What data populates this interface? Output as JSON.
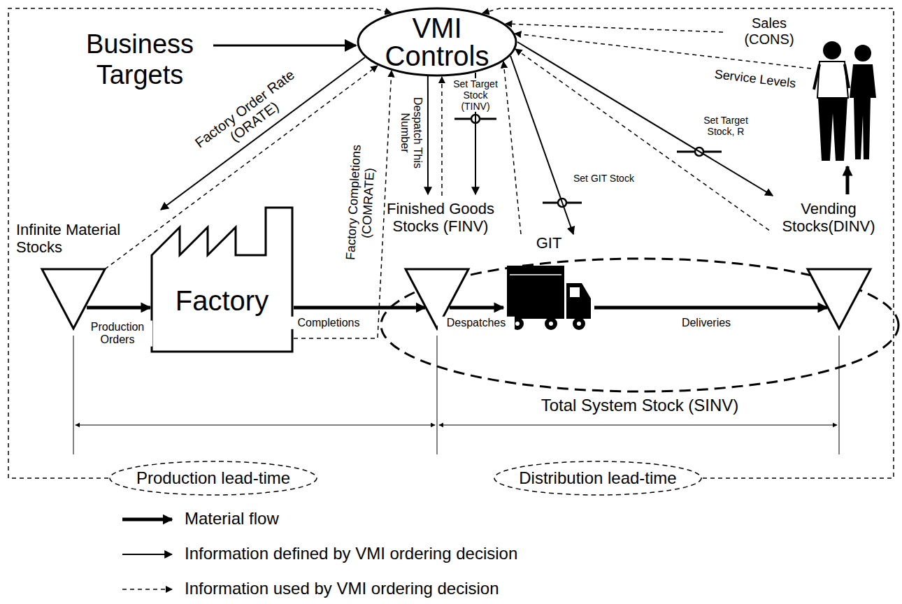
{
  "diagram": {
    "nodes": [
      {
        "text": [
          "VMI Controls"
        ]
      },
      {
        "text": [
          "Infinite Material Stocks"
        ]
      },
      {
        "text": [
          "Factory"
        ]
      },
      {
        "text": [
          "Finished Goods Stocks (FINV)"
        ]
      },
      {
        "text": [
          "GIT"
        ]
      },
      {
        "text": [
          "Vending Stocks(DINV)"
        ]
      },
      {
        "text": [
          "Production lead-time"
        ]
      },
      {
        "text": [
          "Distribution lead-time"
        ]
      }
    ],
    "edges": [
      {
        "from": 1,
        "to": 2,
        "arrow": "to",
        "label": "Production Orders"
      },
      {
        "from": 2,
        "to": 3,
        "arrow": "to",
        "label": "Completions"
      },
      {
        "from": 3,
        "to": 4,
        "arrow": "to",
        "label": "Despatches"
      },
      {
        "from": 4,
        "to": 5,
        "arrow": "to",
        "label": "Deliveries"
      },
      {
        "from": 0,
        "to": 2,
        "arrow": "to",
        "label": "Factory Order Rate (ORATE)"
      },
      {
        "from": 2,
        "to": 0,
        "arrow": "to",
        "label": "Factory Completions (COMRATE)"
      },
      {
        "from": 0,
        "to": 3,
        "arrow": "to",
        "label": "Despatch This Number"
      },
      {
        "from": 0,
        "to": 3,
        "arrow": "to",
        "label": "Set Target Stock (TINV)"
      },
      {
        "from": 0,
        "to": 4,
        "arrow": "to",
        "label": "Set GIT Stock"
      },
      {
        "from": 0,
        "to": 5,
        "arrow": "to",
        "label": "Set Target Stock, R"
      },
      {
        "from": 1,
        "to": 0,
        "arrow": "to"
      },
      {
        "from": 3,
        "to": 0,
        "arrow": "to"
      },
      {
        "from": 4,
        "to": 0,
        "arrow": "to"
      },
      {
        "from": 5,
        "to": 0,
        "arrow": "to"
      },
      {
        "from": 6,
        "to": 0,
        "arrow": "to"
      },
      {
        "from": 7,
        "to": 0,
        "arrow": "to"
      }
    ],
    "labels": [
      "Business Targets",
      "Sales (CONS)",
      "Service Levels",
      "Total System Stock (SINV)"
    ],
    "legend": [
      {
        "text": "Material flow"
      },
      {
        "text": "Information defined by VMI ordering decision"
      },
      {
        "text": "Information used by VMI ordering decision"
      }
    ]
  }
}
